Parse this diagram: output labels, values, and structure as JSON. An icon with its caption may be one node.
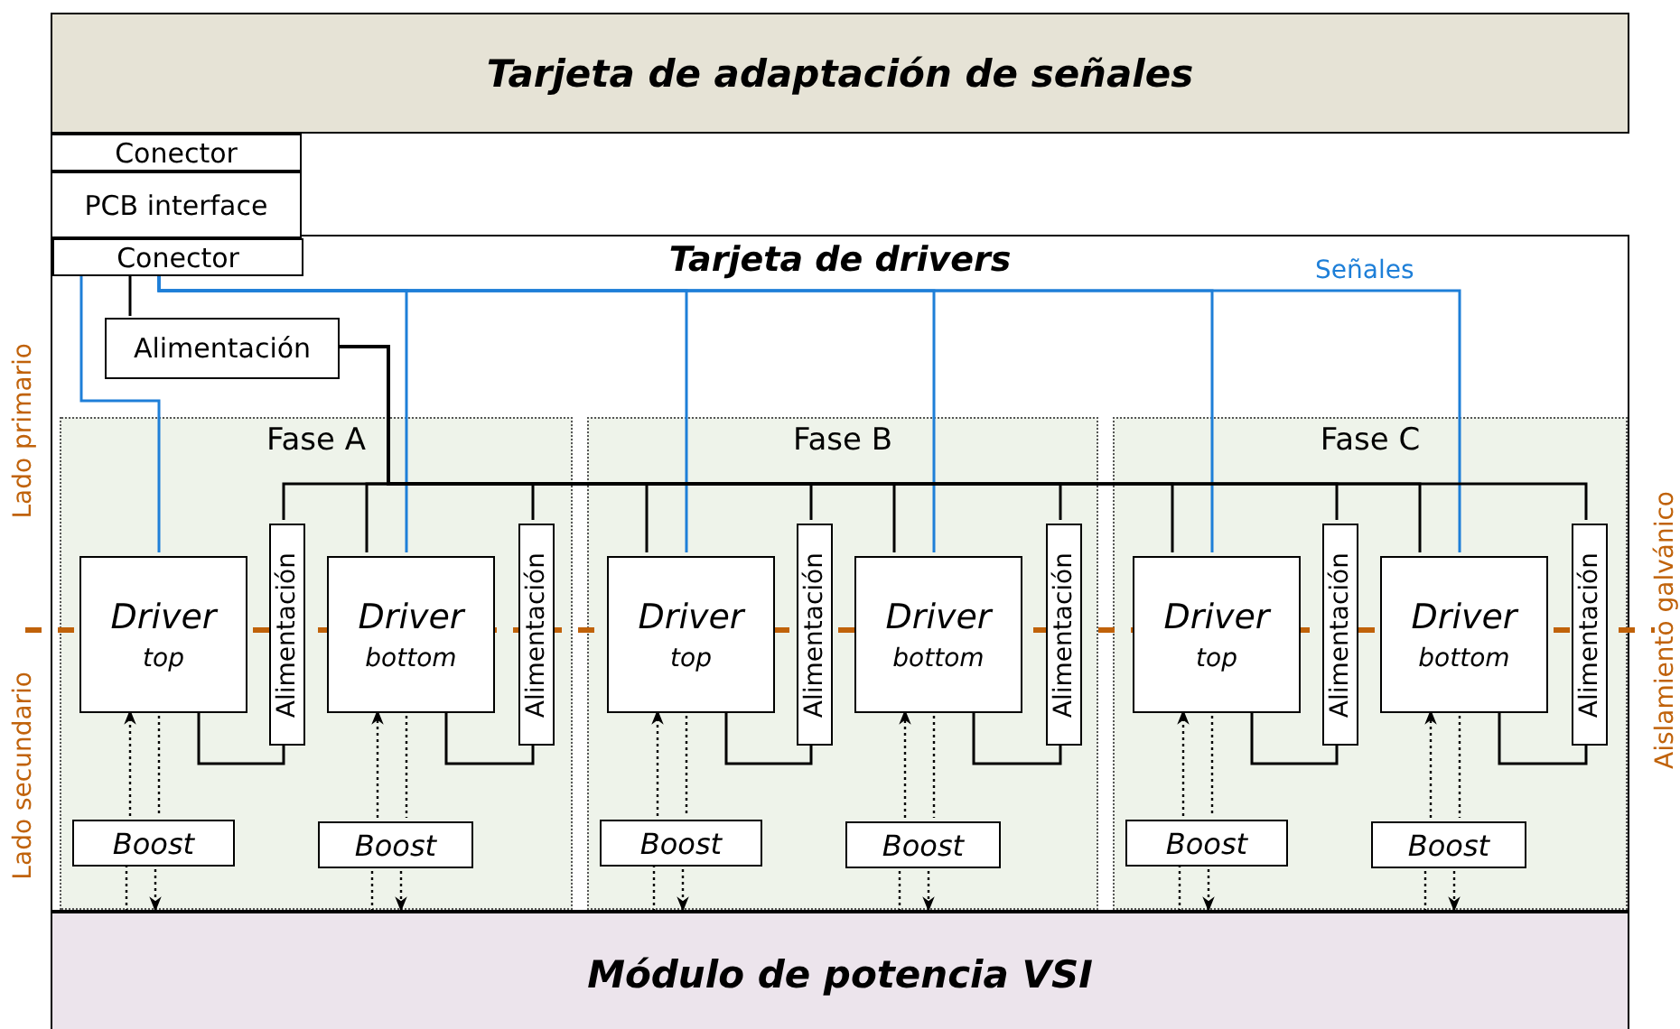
{
  "diagram": {
    "nodes": [
      {
        "text": [
          "Tarjeta de adaptación de señales"
        ]
      },
      {
        "text": [
          "Conector"
        ]
      },
      {
        "text": [
          "PCB interface"
        ]
      },
      {
        "text": [
          "Conector"
        ],
        "in": 4
      },
      {
        "text": [
          "Tarjeta de drivers"
        ]
      },
      {
        "text": [
          "Alimentación"
        ],
        "in": 4
      },
      {
        "text": [
          "Fase A"
        ],
        "in": 4
      },
      {
        "text": [
          "Driver",
          "top"
        ],
        "in": 6
      },
      {
        "text": [
          "Alimentación"
        ],
        "in": 6
      },
      {
        "text": [
          "Driver",
          "bottom"
        ],
        "in": 6
      },
      {
        "text": [
          "Alimentación"
        ],
        "in": 6
      },
      {
        "text": [
          "Boost"
        ],
        "in": 6
      },
      {
        "text": [
          "Boost"
        ],
        "in": 6
      },
      {
        "text": [
          "Fase B"
        ],
        "in": 4
      },
      {
        "text": [
          "Driver",
          "top"
        ],
        "in": 13
      },
      {
        "text": [
          "Alimentación"
        ],
        "in": 13
      },
      {
        "text": [
          "Driver",
          "bottom"
        ],
        "in": 13
      },
      {
        "text": [
          "Alimentación"
        ],
        "in": 13
      },
      {
        "text": [
          "Boost"
        ],
        "in": 13
      },
      {
        "text": [
          "Boost"
        ],
        "in": 13
      },
      {
        "text": [
          "Fase C"
        ],
        "in": 4
      },
      {
        "text": [
          "Driver",
          "top"
        ],
        "in": 20
      },
      {
        "text": [
          "Alimentación"
        ],
        "in": 20
      },
      {
        "text": [
          "Driver",
          "bottom"
        ],
        "in": 20
      },
      {
        "text": [
          "Alimentación"
        ],
        "in": 20
      },
      {
        "text": [
          "Boost"
        ],
        "in": 20
      },
      {
        "text": [
          "Boost"
        ],
        "in": 20
      },
      {
        "text": [
          "Módulo de potencia VSI"
        ]
      }
    ],
    "edges": [
      {
        "from": 3,
        "to": 5,
        "arrow": "none"
      },
      {
        "from": 3,
        "to": 7,
        "arrow": "none",
        "color": "#1e7fd8"
      },
      {
        "from": 3,
        "to": 9,
        "arrow": "none",
        "color": "#1e7fd8"
      },
      {
        "from": 3,
        "to": 14,
        "arrow": "none",
        "color": "#1e7fd8"
      },
      {
        "from": 3,
        "to": 16,
        "arrow": "none",
        "color": "#1e7fd8"
      },
      {
        "from": 3,
        "to": 21,
        "arrow": "none",
        "color": "#1e7fd8"
      },
      {
        "from": 3,
        "to": 23,
        "arrow": "none",
        "color": "#1e7fd8"
      },
      {
        "from": 5,
        "to": 8,
        "arrow": "none"
      },
      {
        "from": 5,
        "to": 9,
        "arrow": "none"
      },
      {
        "from": 5,
        "to": 10,
        "arrow": "none"
      },
      {
        "from": 5,
        "to": 14,
        "arrow": "none"
      },
      {
        "from": 5,
        "to": 15,
        "arrow": "none"
      },
      {
        "from": 5,
        "to": 16,
        "arrow": "none"
      },
      {
        "from": 5,
        "to": 17,
        "arrow": "none"
      },
      {
        "from": 5,
        "to": 21,
        "arrow": "none"
      },
      {
        "from": 5,
        "to": 22,
        "arrow": "none"
      },
      {
        "from": 5,
        "to": 23,
        "arrow": "none"
      },
      {
        "from": 5,
        "to": 24,
        "arrow": "none"
      },
      {
        "from": 8,
        "to": 7,
        "arrow": "none"
      },
      {
        "from": 10,
        "to": 9,
        "arrow": "none"
      },
      {
        "from": 15,
        "to": 14,
        "arrow": "none"
      },
      {
        "from": 17,
        "to": 16,
        "arrow": "none"
      },
      {
        "from": 22,
        "to": 21,
        "arrow": "none"
      },
      {
        "from": 24,
        "to": 23,
        "arrow": "none"
      },
      {
        "from": 27,
        "to": 11,
        "arrow": "none",
        "style": "dashed"
      },
      {
        "from": 11,
        "to": 7,
        "arrow": "to",
        "style": "dashed"
      },
      {
        "from": 7,
        "to": 11,
        "arrow": "none",
        "style": "dashed"
      },
      {
        "from": 11,
        "to": 27,
        "arrow": "to",
        "style": "dashed"
      },
      {
        "from": 27,
        "to": 12,
        "arrow": "none",
        "style": "dashed"
      },
      {
        "from": 12,
        "to": 9,
        "arrow": "to",
        "style": "dashed"
      },
      {
        "from": 9,
        "to": 12,
        "arrow": "none",
        "style": "dashed"
      },
      {
        "from": 12,
        "to": 27,
        "arrow": "to",
        "style": "dashed"
      },
      {
        "from": 27,
        "to": 18,
        "arrow": "none",
        "style": "dashed"
      },
      {
        "from": 18,
        "to": 14,
        "arrow": "to",
        "style": "dashed"
      },
      {
        "from": 14,
        "to": 18,
        "arrow": "none",
        "style": "dashed"
      },
      {
        "from": 18,
        "to": 27,
        "arrow": "to",
        "style": "dashed"
      },
      {
        "from": 27,
        "to": 19,
        "arrow": "none",
        "style": "dashed"
      },
      {
        "from": 19,
        "to": 16,
        "arrow": "to",
        "style": "dashed"
      },
      {
        "from": 16,
        "to": 19,
        "arrow": "none",
        "style": "dashed"
      },
      {
        "from": 19,
        "to": 27,
        "arrow": "to",
        "style": "dashed"
      },
      {
        "from": 27,
        "to": 25,
        "arrow": "none",
        "style": "dashed"
      },
      {
        "from": 25,
        "to": 21,
        "arrow": "to",
        "style": "dashed"
      },
      {
        "from": 21,
        "to": 25,
        "arrow": "none",
        "style": "dashed"
      },
      {
        "from": 25,
        "to": 27,
        "arrow": "to",
        "style": "dashed"
      },
      {
        "from": 27,
        "to": 26,
        "arrow": "none",
        "style": "dashed"
      },
      {
        "from": 26,
        "to": 23,
        "arrow": "to",
        "style": "dashed"
      },
      {
        "from": 23,
        "to": 26,
        "arrow": "none",
        "style": "dashed"
      },
      {
        "from": 26,
        "to": 27,
        "arrow": "to",
        "style": "dashed"
      }
    ],
    "labels": [
      "Señales",
      "Lado primario",
      "Lado secundario",
      "Aislamiento galvánico"
    ]
  }
}
